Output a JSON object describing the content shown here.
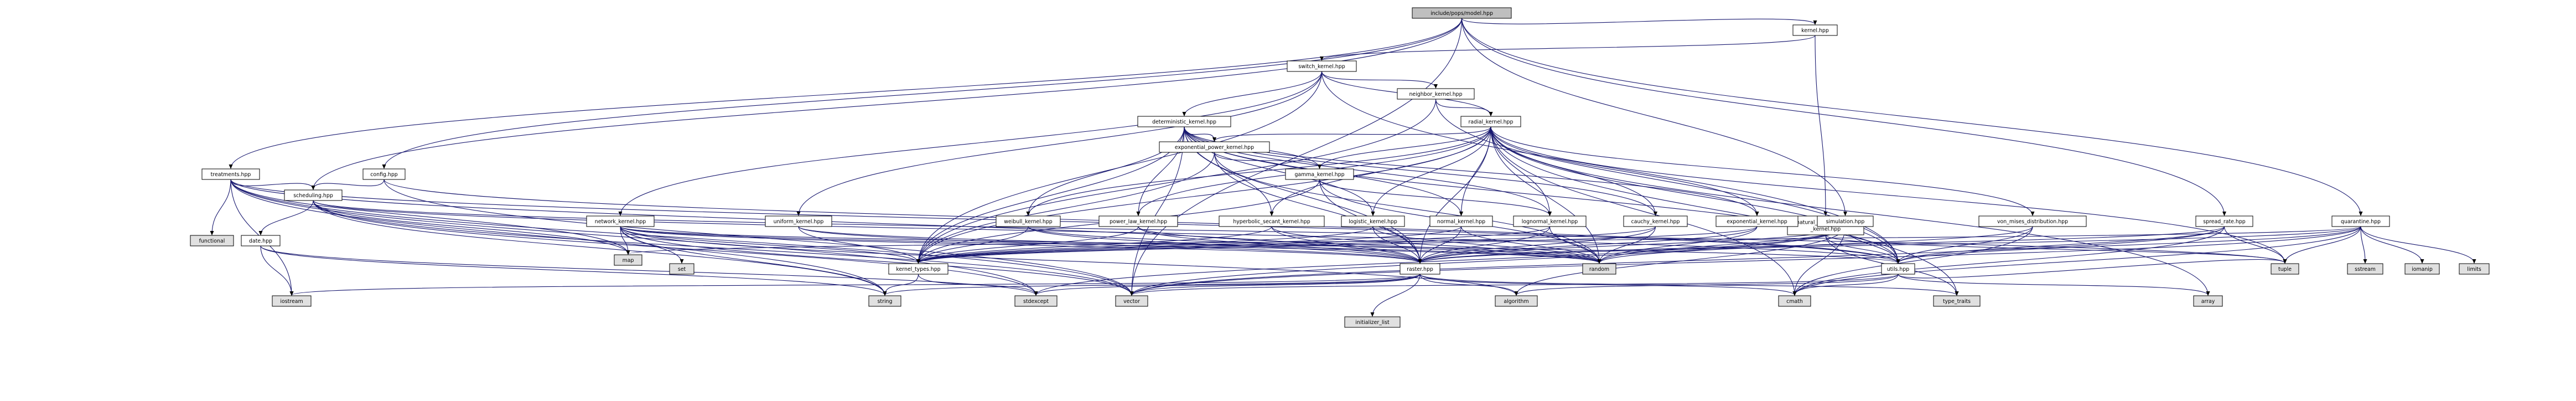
{
  "graph": {
    "kind": "include dependency graph",
    "root": "include/pops/model.hpp",
    "colors": {
      "background": "#ffffff",
      "edge": "#191970",
      "root_fill": "#bfbfbf",
      "project_file_fill": "#ffffff",
      "system_header_fill": "#e0e0e0",
      "border": "#000000"
    },
    "nodes": {
      "model": {
        "label": "include/pops/model.hpp",
        "type": "root"
      },
      "kernel": {
        "label": "kernel.hpp",
        "type": "project"
      },
      "switch_kernel": {
        "label": "switch_kernel.hpp",
        "type": "project"
      },
      "natural_anthropogenic_kernel": {
        "label": "natural_anthropogenic\n_kernel.hpp",
        "type": "project"
      },
      "neighbor_kernel": {
        "label": "neighbor_kernel.hpp",
        "type": "project"
      },
      "deterministic_kernel": {
        "label": "deterministic_kernel.hpp",
        "type": "project"
      },
      "radial_kernel": {
        "label": "radial_kernel.hpp",
        "type": "project"
      },
      "exponential_power_kernel": {
        "label": "exponential_power_kernel.hpp",
        "type": "project"
      },
      "gamma_kernel": {
        "label": "gamma_kernel.hpp",
        "type": "project"
      },
      "treatments": {
        "label": "treatments.hpp",
        "type": "project"
      },
      "config": {
        "label": "config.hpp",
        "type": "project"
      },
      "scheduling": {
        "label": "scheduling.hpp",
        "type": "project"
      },
      "date": {
        "label": "date.hpp",
        "type": "project"
      },
      "network_kernel": {
        "label": "network_kernel.hpp",
        "type": "project"
      },
      "uniform_kernel": {
        "label": "uniform_kernel.hpp",
        "type": "project"
      },
      "weibull_kernel": {
        "label": "weibull_kernel.hpp",
        "type": "project"
      },
      "power_law_kernel": {
        "label": "power_law_kernel.hpp",
        "type": "project"
      },
      "hyperbolic_secant_kernel": {
        "label": "hyperbolic_secant_kernel.hpp",
        "type": "project"
      },
      "logistic_kernel": {
        "label": "logistic_kernel.hpp",
        "type": "project"
      },
      "normal_kernel": {
        "label": "normal_kernel.hpp",
        "type": "project"
      },
      "lognormal_kernel": {
        "label": "lognormal_kernel.hpp",
        "type": "project"
      },
      "cauchy_kernel": {
        "label": "cauchy_kernel.hpp",
        "type": "project"
      },
      "exponential_kernel": {
        "label": "exponential_kernel.hpp",
        "type": "project"
      },
      "simulation": {
        "label": "simulation.hpp",
        "type": "project"
      },
      "von_mises_distribution": {
        "label": "von_mises_distribution.hpp",
        "type": "project"
      },
      "spread_rate": {
        "label": "spread_rate.hpp",
        "type": "project"
      },
      "quarantine": {
        "label": "quarantine.hpp",
        "type": "project"
      },
      "kernel_types": {
        "label": "kernel_types.hpp",
        "type": "project"
      },
      "raster": {
        "label": "raster.hpp",
        "type": "project"
      },
      "utils": {
        "label": "utils.hpp",
        "type": "project"
      },
      "functional": {
        "label": "functional",
        "type": "system"
      },
      "map": {
        "label": "map",
        "type": "system"
      },
      "set": {
        "label": "set",
        "type": "system"
      },
      "random": {
        "label": "random",
        "type": "system"
      },
      "iostream": {
        "label": "iostream",
        "type": "system"
      },
      "string": {
        "label": "string",
        "type": "system"
      },
      "stdexcept": {
        "label": "stdexcept",
        "type": "system"
      },
      "vector": {
        "label": "vector",
        "type": "system"
      },
      "initializer_list": {
        "label": "initializer_list",
        "type": "system"
      },
      "algorithm": {
        "label": "algorithm",
        "type": "system"
      },
      "cmath": {
        "label": "cmath",
        "type": "system"
      },
      "type_traits": {
        "label": "type_traits",
        "type": "system"
      },
      "array": {
        "label": "array",
        "type": "system"
      },
      "tuple": {
        "label": "tuple",
        "type": "system"
      },
      "sstream": {
        "label": "sstream",
        "type": "system"
      },
      "iomanip": {
        "label": "iomanip",
        "type": "system"
      },
      "limits": {
        "label": "limits",
        "type": "system"
      }
    },
    "edges": [
      [
        "model",
        "kernel"
      ],
      [
        "model",
        "treatments"
      ],
      [
        "model",
        "config"
      ],
      [
        "model",
        "scheduling"
      ],
      [
        "model",
        "simulation"
      ],
      [
        "model",
        "spread_rate"
      ],
      [
        "model",
        "quarantine"
      ],
      [
        "model",
        "vector"
      ],
      [
        "kernel",
        "switch_kernel"
      ],
      [
        "kernel",
        "natural_anthropogenic_kernel"
      ],
      [
        "switch_kernel",
        "neighbor_kernel"
      ],
      [
        "switch_kernel",
        "deterministic_kernel"
      ],
      [
        "switch_kernel",
        "radial_kernel"
      ],
      [
        "switch_kernel",
        "network_kernel"
      ],
      [
        "switch_kernel",
        "uniform_kernel"
      ],
      [
        "switch_kernel",
        "utils"
      ],
      [
        "switch_kernel",
        "kernel_types"
      ],
      [
        "neighbor_kernel",
        "radial_kernel"
      ],
      [
        "neighbor_kernel",
        "kernel_types"
      ],
      [
        "neighbor_kernel",
        "utils"
      ],
      [
        "deterministic_kernel",
        "exponential_power_kernel"
      ],
      [
        "deterministic_kernel",
        "gamma_kernel"
      ],
      [
        "deterministic_kernel",
        "weibull_kernel"
      ],
      [
        "deterministic_kernel",
        "power_law_kernel"
      ],
      [
        "deterministic_kernel",
        "hyperbolic_secant_kernel"
      ],
      [
        "deterministic_kernel",
        "logistic_kernel"
      ],
      [
        "deterministic_kernel",
        "normal_kernel"
      ],
      [
        "deterministic_kernel",
        "lognormal_kernel"
      ],
      [
        "deterministic_kernel",
        "cauchy_kernel"
      ],
      [
        "deterministic_kernel",
        "exponential_kernel"
      ],
      [
        "deterministic_kernel",
        "raster"
      ],
      [
        "deterministic_kernel",
        "kernel_types"
      ],
      [
        "deterministic_kernel",
        "utils"
      ],
      [
        "deterministic_kernel",
        "vector"
      ],
      [
        "radial_kernel",
        "exponential_power_kernel"
      ],
      [
        "radial_kernel",
        "gamma_kernel"
      ],
      [
        "radial_kernel",
        "weibull_kernel"
      ],
      [
        "radial_kernel",
        "power_law_kernel"
      ],
      [
        "radial_kernel",
        "hyperbolic_secant_kernel"
      ],
      [
        "radial_kernel",
        "logistic_kernel"
      ],
      [
        "radial_kernel",
        "normal_kernel"
      ],
      [
        "radial_kernel",
        "lognormal_kernel"
      ],
      [
        "radial_kernel",
        "cauchy_kernel"
      ],
      [
        "radial_kernel",
        "exponential_kernel"
      ],
      [
        "radial_kernel",
        "von_mises_distribution"
      ],
      [
        "radial_kernel",
        "kernel_types"
      ],
      [
        "radial_kernel",
        "raster"
      ],
      [
        "radial_kernel",
        "utils"
      ],
      [
        "radial_kernel",
        "random"
      ],
      [
        "radial_kernel",
        "array"
      ],
      [
        "radial_kernel",
        "type_traits"
      ],
      [
        "radial_kernel",
        "tuple"
      ],
      [
        "radial_kernel",
        "cmath"
      ],
      [
        "exponential_power_kernel",
        "gamma_kernel"
      ],
      [
        "exponential_power_kernel",
        "raster"
      ],
      [
        "exponential_power_kernel",
        "kernel_types"
      ],
      [
        "exponential_power_kernel",
        "random"
      ],
      [
        "gamma_kernel",
        "lognormal_kernel"
      ],
      [
        "gamma_kernel",
        "raster"
      ],
      [
        "gamma_kernel",
        "kernel_types"
      ],
      [
        "gamma_kernel",
        "random"
      ],
      [
        "natural_anthropogenic_kernel",
        "utils"
      ],
      [
        "natural_anthropogenic_kernel",
        "tuple"
      ],
      [
        "natural_anthropogenic_kernel",
        "type_traits"
      ],
      [
        "treatments",
        "scheduling"
      ],
      [
        "treatments",
        "raster"
      ],
      [
        "treatments",
        "utils"
      ],
      [
        "treatments",
        "map"
      ],
      [
        "treatments",
        "vector"
      ],
      [
        "treatments",
        "string"
      ],
      [
        "treatments",
        "functional"
      ],
      [
        "treatments",
        "stdexcept"
      ],
      [
        "treatments",
        "iostream"
      ],
      [
        "config",
        "scheduling"
      ],
      [
        "config",
        "utils"
      ],
      [
        "config",
        "vector"
      ],
      [
        "scheduling",
        "date"
      ],
      [
        "scheduling",
        "utils"
      ],
      [
        "scheduling",
        "map"
      ],
      [
        "scheduling",
        "vector"
      ],
      [
        "scheduling",
        "string"
      ],
      [
        "scheduling",
        "stdexcept"
      ],
      [
        "scheduling",
        "tuple"
      ],
      [
        "date",
        "iostream"
      ],
      [
        "date",
        "string"
      ],
      [
        "date",
        "stdexcept"
      ],
      [
        "network_kernel",
        "raster"
      ],
      [
        "network_kernel",
        "kernel_types"
      ],
      [
        "network_kernel",
        "utils"
      ],
      [
        "network_kernel",
        "map"
      ],
      [
        "network_kernel",
        "set"
      ],
      [
        "network_kernel",
        "random"
      ],
      [
        "network_kernel",
        "string"
      ],
      [
        "network_kernel",
        "vector"
      ],
      [
        "network_kernel",
        "algorithm"
      ],
      [
        "uniform_kernel",
        "kernel_types"
      ],
      [
        "uniform_kernel",
        "raster"
      ],
      [
        "uniform_kernel",
        "random"
      ],
      [
        "weibull_kernel",
        "raster"
      ],
      [
        "weibull_kernel",
        "kernel_types"
      ],
      [
        "weibull_kernel",
        "random"
      ],
      [
        "power_law_kernel",
        "raster"
      ],
      [
        "power_law_kernel",
        "kernel_types"
      ],
      [
        "power_law_kernel",
        "random"
      ],
      [
        "hyperbolic_secant_kernel",
        "raster"
      ],
      [
        "hyperbolic_secant_kernel",
        "kernel_types"
      ],
      [
        "hyperbolic_secant_kernel",
        "random"
      ],
      [
        "logistic_kernel",
        "raster"
      ],
      [
        "logistic_kernel",
        "kernel_types"
      ],
      [
        "logistic_kernel",
        "random"
      ],
      [
        "normal_kernel",
        "raster"
      ],
      [
        "normal_kernel",
        "kernel_types"
      ],
      [
        "normal_kernel",
        "random"
      ],
      [
        "lognormal_kernel",
        "raster"
      ],
      [
        "lognormal_kernel",
        "kernel_types"
      ],
      [
        "lognormal_kernel",
        "random"
      ],
      [
        "cauchy_kernel",
        "raster"
      ],
      [
        "cauchy_kernel",
        "kernel_types"
      ],
      [
        "cauchy_kernel",
        "random"
      ],
      [
        "exponential_kernel",
        "raster"
      ],
      [
        "exponential_kernel",
        "kernel_types"
      ],
      [
        "exponential_kernel",
        "random"
      ],
      [
        "simulation",
        "raster"
      ],
      [
        "simulation",
        "utils"
      ],
      [
        "simulation",
        "random"
      ],
      [
        "simulation",
        "cmath"
      ],
      [
        "simulation",
        "vector"
      ],
      [
        "simulation",
        "algorithm"
      ],
      [
        "simulation",
        "stdexcept"
      ],
      [
        "von_mises_distribution",
        "random"
      ],
      [
        "von_mises_distribution",
        "utils"
      ],
      [
        "von_mises_distribution",
        "cmath"
      ],
      [
        "spread_rate",
        "raster"
      ],
      [
        "spread_rate",
        "utils"
      ],
      [
        "spread_rate",
        "tuple"
      ],
      [
        "spread_rate",
        "cmath"
      ],
      [
        "spread_rate",
        "vector"
      ],
      [
        "quarantine",
        "raster"
      ],
      [
        "quarantine",
        "utils"
      ],
      [
        "quarantine",
        "map"
      ],
      [
        "quarantine",
        "tuple"
      ],
      [
        "quarantine",
        "sstream"
      ],
      [
        "quarantine",
        "iomanip"
      ],
      [
        "quarantine",
        "limits"
      ],
      [
        "quarantine",
        "vector"
      ],
      [
        "quarantine",
        "cmath"
      ],
      [
        "kernel_types",
        "string"
      ],
      [
        "kernel_types",
        "stdexcept"
      ],
      [
        "raster",
        "initializer_list"
      ],
      [
        "raster",
        "algorithm"
      ],
      [
        "raster",
        "cmath"
      ],
      [
        "raster",
        "string"
      ],
      [
        "raster",
        "type_traits"
      ],
      [
        "raster",
        "iostream"
      ],
      [
        "raster",
        "stdexcept"
      ],
      [
        "raster",
        "vector"
      ],
      [
        "utils",
        "vector"
      ],
      [
        "utils",
        "tuple"
      ],
      [
        "utils",
        "cmath"
      ],
      [
        "utils",
        "array"
      ],
      [
        "utils",
        "algorithm"
      ]
    ]
  }
}
